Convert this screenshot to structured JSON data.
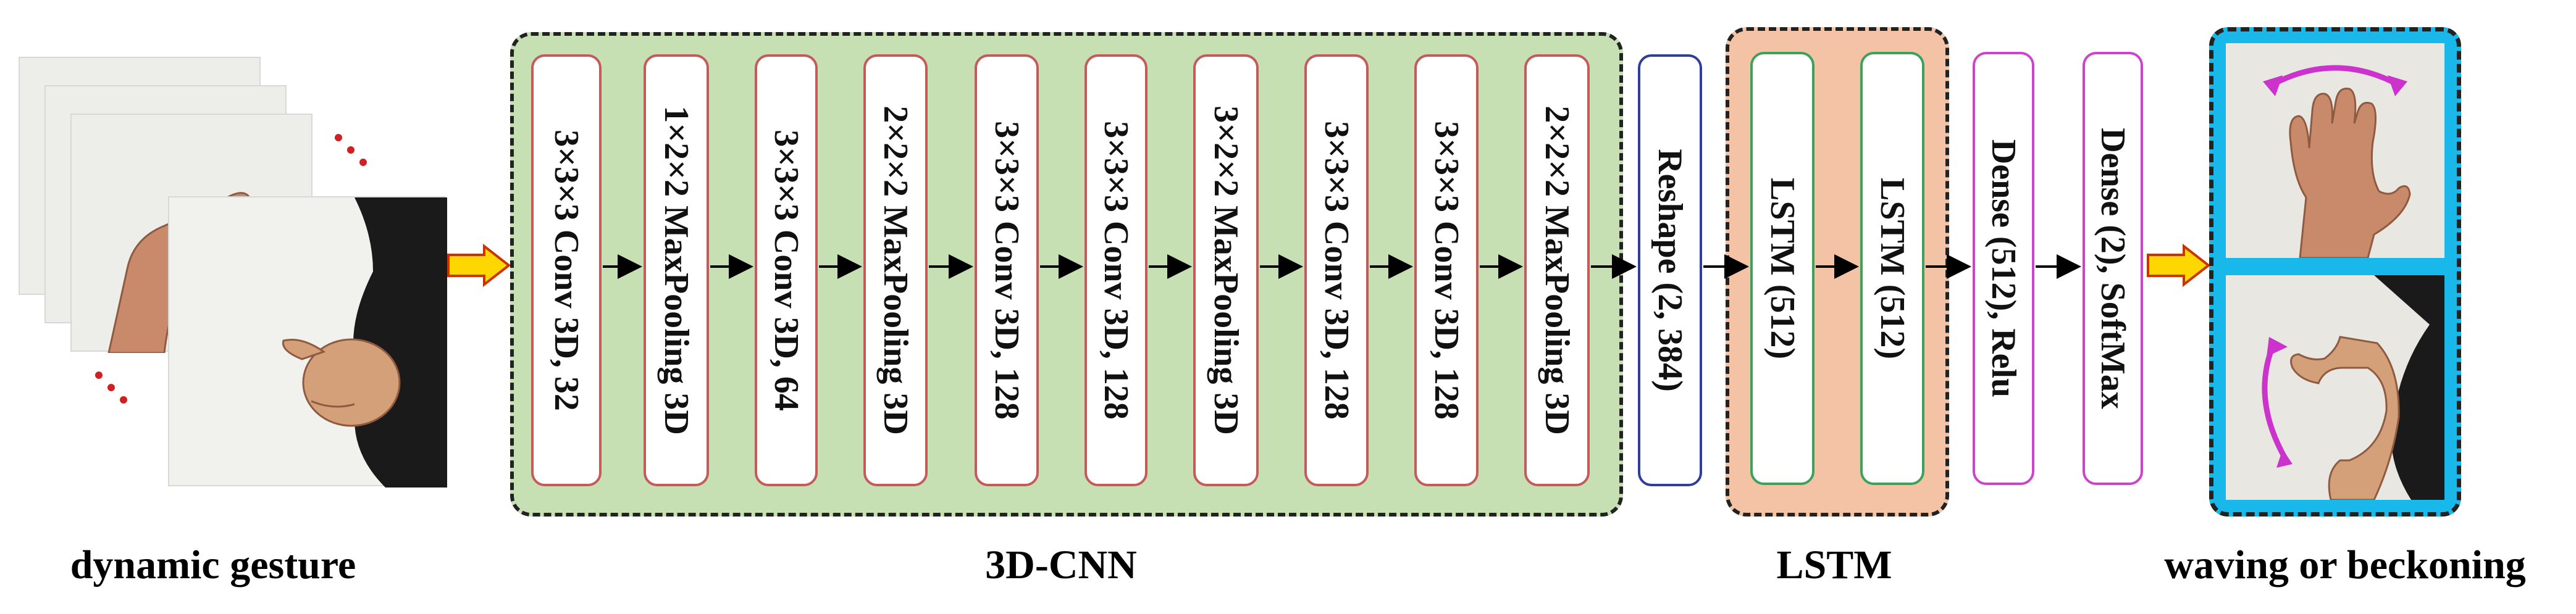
{
  "input": {
    "label": "dynamic gesture"
  },
  "cnn": {
    "label": "3D-CNN",
    "layers": [
      "3×3×3 Conv 3D, 32",
      "1×2×2 MaxPooling 3D",
      "3×3×3 Conv 3D, 64",
      "2×2×2 MaxPooling 3D",
      "3×3×3 Conv 3D, 128",
      "3×3×3 Conv 3D, 128",
      "3×2×2 MaxPooling 3D",
      "3×3×3 Conv 3D, 128",
      "3×3×3 Conv 3D, 128",
      "2×2×2 MaxPooling 3D"
    ]
  },
  "reshape": "Reshape (2, 384)",
  "lstm": {
    "label": "LSTM",
    "layers": [
      "LSTM (512)",
      "LSTM (512)"
    ]
  },
  "dense": [
    "Dense (512), Relu",
    "Dense (2), SoftMax"
  ],
  "output": {
    "label": "waving or beckoning"
  },
  "colors": {
    "cnn_panel": "#c6e0b4",
    "lstm_panel": "#f4c3a6",
    "output_panel": "#18b8ea",
    "conv_border": "#c55a5a",
    "reshape_border": "#2e3e9b",
    "lstm_border": "#3aa25a",
    "dense_border": "#cc44cc",
    "gesture_arrow": "#cc33cc",
    "input_arrow_fill": "#ffd700",
    "input_arrow_stroke": "#cc3300"
  }
}
